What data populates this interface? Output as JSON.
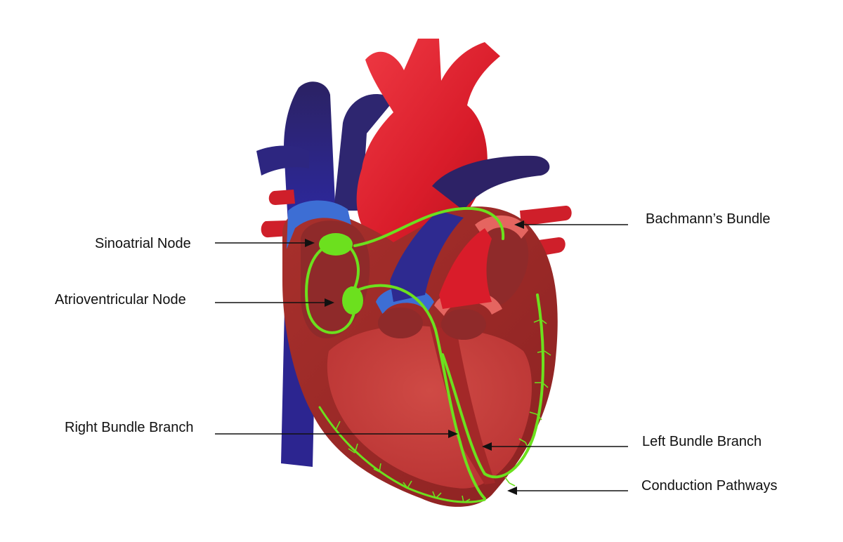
{
  "labels": {
    "sa_node": "Sinoatrial Node",
    "av_node": "Atrioventricular Node",
    "right_bundle": "Right Bundle Branch",
    "bachmann": "Bachmann’s Bundle",
    "left_bundle": "Left Bundle Branch",
    "conduction": "Conduction Pathways"
  },
  "colors": {
    "vein_blue": "#2c2580",
    "vein_blue_light": "#3a6fd0",
    "artery_red": "#e01d2c",
    "artery_pink": "#e86a60",
    "myocardium": "#9c2b2b",
    "chamber": "#c23a3a",
    "conduction_green": "#6ce01e",
    "text": "#111111"
  }
}
